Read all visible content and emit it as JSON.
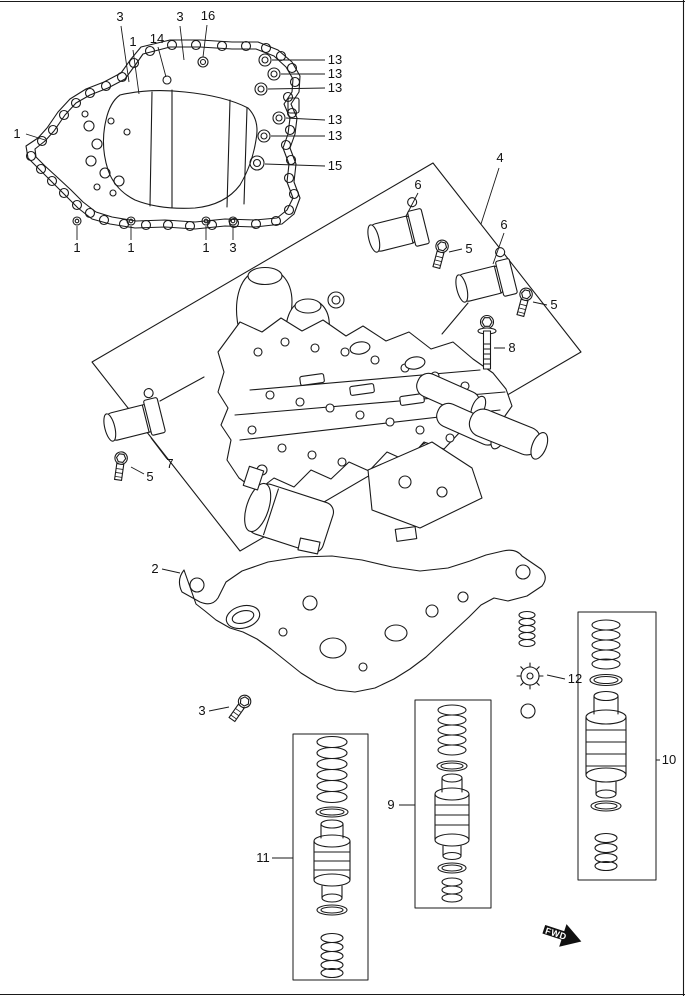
{
  "fwd_marker": {
    "label": "FWD"
  },
  "colors": {
    "line": "#1a1a1a",
    "background": "#ffffff",
    "fwd_arrow": "#111111"
  },
  "callouts": [
    {
      "label": "3"
    },
    {
      "label": "1"
    },
    {
      "label": "14"
    },
    {
      "label": "3"
    },
    {
      "label": "16"
    },
    {
      "label": "13"
    },
    {
      "label": "13"
    },
    {
      "label": "13"
    },
    {
      "label": "13"
    },
    {
      "label": "13"
    },
    {
      "label": "15"
    },
    {
      "label": "1"
    },
    {
      "label": "1"
    },
    {
      "label": "1"
    },
    {
      "label": "1"
    },
    {
      "label": "3"
    },
    {
      "label": "4"
    },
    {
      "label": "6"
    },
    {
      "label": "5"
    },
    {
      "label": "6"
    },
    {
      "label": "5"
    },
    {
      "label": "8"
    },
    {
      "label": "7"
    },
    {
      "label": "5"
    },
    {
      "label": "2"
    },
    {
      "label": "3"
    },
    {
      "label": "12"
    },
    {
      "label": "9"
    },
    {
      "label": "10"
    },
    {
      "label": "11"
    }
  ]
}
